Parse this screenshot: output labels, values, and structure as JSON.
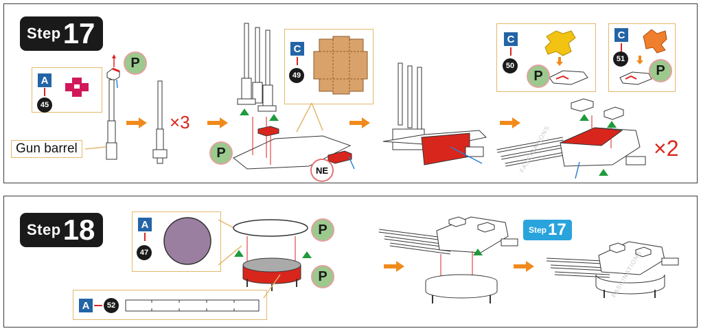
{
  "step17": {
    "step_word": "Step",
    "step_number": "17",
    "sheet_a": "A",
    "part_45": "45",
    "p_label": "P",
    "gun_barrel_label": "Gun barrel",
    "times_three": "×3",
    "sheet_c": "C",
    "part_49": "49",
    "ne_label": "NE",
    "part_50": "50",
    "part_51": "51",
    "times_two": "×2",
    "watermark": "FASCINATIONS"
  },
  "step18": {
    "step_word": "Step",
    "step_number": "18",
    "sheet_a": "A",
    "part_47": "47",
    "part_52": "52",
    "p_label": "P",
    "ref_step_word": "Step",
    "ref_step_number": "17",
    "watermark": "FASCINATIONS"
  },
  "colors": {
    "accent_red": "#d9261c",
    "arrow_orange": "#f08a1c",
    "sheet_blue": "#2364a6",
    "p_green": "#9cc98d",
    "callout_border": "#e3b76a",
    "cardboard": "#d9a26b",
    "purple_disc": "#9a7fa0",
    "marker_green": "#1f9a3c",
    "step_ref_blue": "#29a3dc"
  },
  "icons": [
    "orange-arrow-icon",
    "green-triangle-icon",
    "red-arrow-icon",
    "blue-arrow-icon"
  ]
}
